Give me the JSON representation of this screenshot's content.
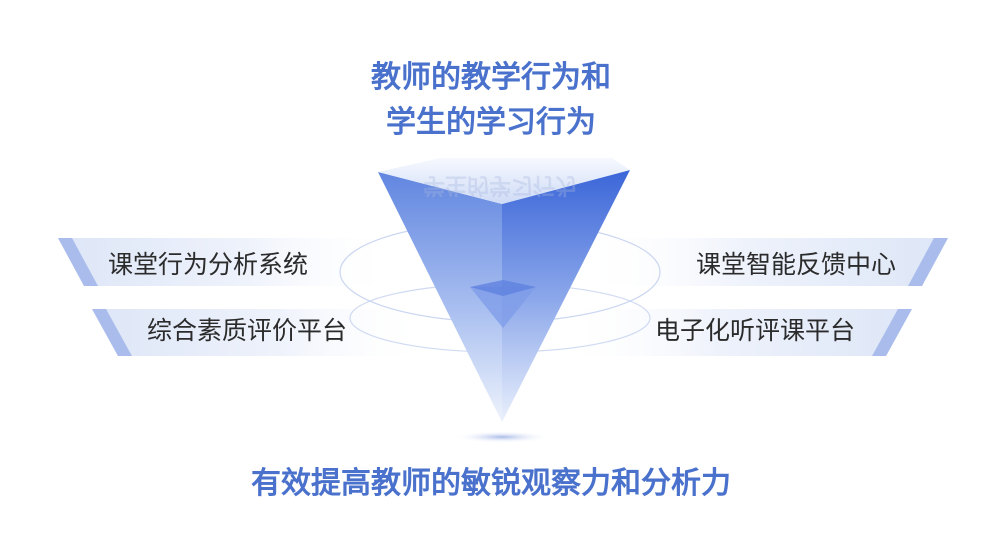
{
  "title": {
    "line1": "教师的教学行为和",
    "line2": "学生的学习行为"
  },
  "left_items": [
    {
      "label": "课堂行为分析系统"
    },
    {
      "label": "综合素质评价平台"
    }
  ],
  "right_items": [
    {
      "label": "课堂智能反馈中心"
    },
    {
      "label": "电子化听评课平台"
    }
  ],
  "bottom_caption": "有效提高教师的敏锐观察力和分析力",
  "colors": {
    "accent": "#4a72cc",
    "band_edge": "#a9bcec",
    "band_fill": "#e7edf9",
    "text_dark": "#2b2b2b",
    "pyramid_light": "#6b8de6",
    "pyramid_dark": "#3a64d6"
  }
}
